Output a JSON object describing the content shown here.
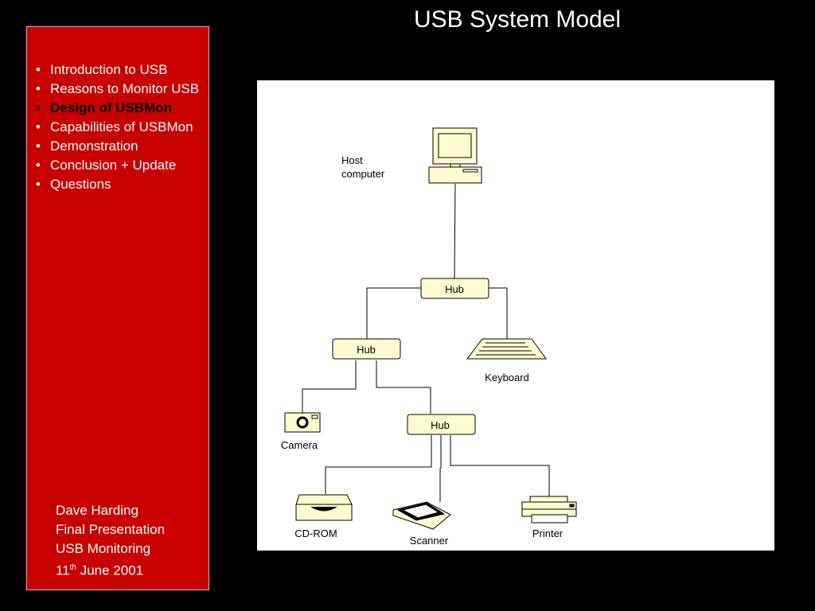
{
  "title": "USB System Model",
  "sidebar": {
    "items": [
      {
        "label": "Introduction to USB",
        "bold": false
      },
      {
        "label": "Reasons to Monitor USB",
        "bold": false
      },
      {
        "label": "Design of USBMon",
        "bold": true
      },
      {
        "label": "Capabilities of USBMon",
        "bold": false
      },
      {
        "label": "Demonstration",
        "bold": false
      },
      {
        "label": "Conclusion + Update",
        "bold": false
      },
      {
        "label": "Questions",
        "bold": false
      }
    ],
    "footer": {
      "line1": "Dave Harding",
      "line2": "Final Presentation",
      "line3": "USB Monitoring",
      "date_day": "11",
      "date_suffix": "th",
      "date_rest": " June 2001"
    }
  },
  "diagram": {
    "host_label_line1": "Host",
    "host_label_line2": "computer",
    "hub_label": "Hub",
    "keyboard_label": "Keyboard",
    "camera_label": "Camera",
    "cdrom_label": "CD-ROM",
    "scanner_label": "Scanner",
    "printer_label": "Printer"
  },
  "colors": {
    "background": "#000000",
    "sidebar": "#c80000",
    "device_fill": "#fffbd0"
  }
}
